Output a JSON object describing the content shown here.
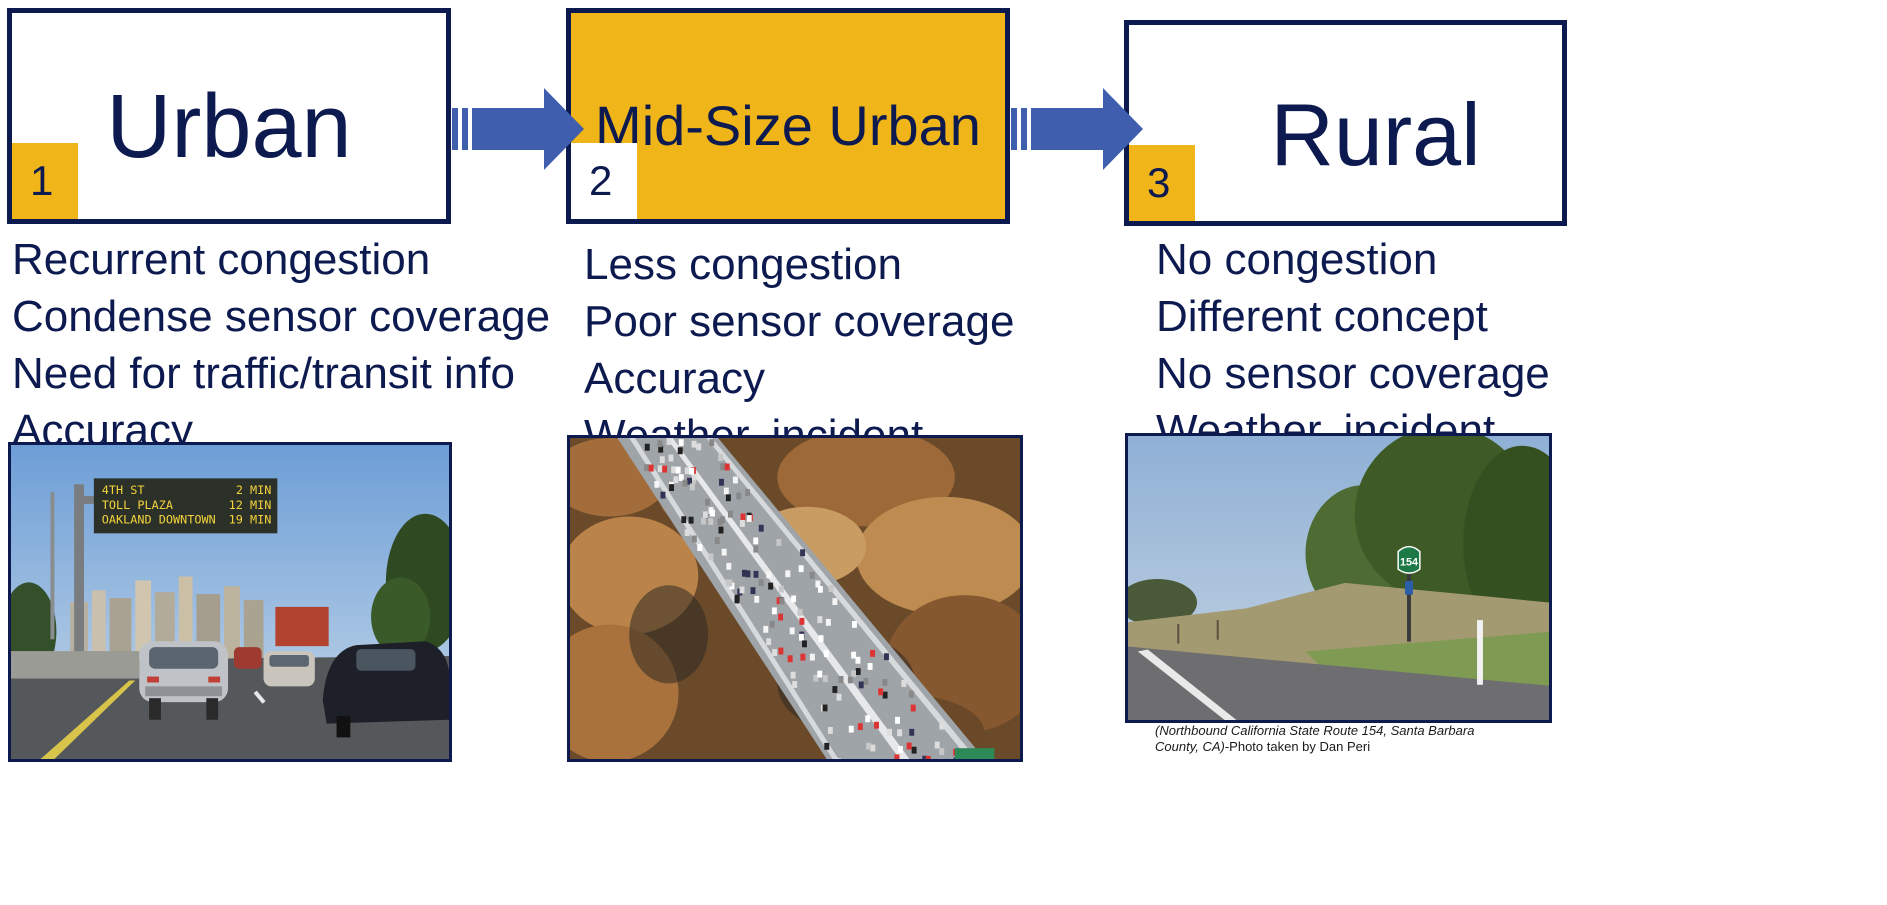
{
  "stages": [
    {
      "title": "Urban",
      "number": "1",
      "notes": [
        "Recurrent congestion",
        "Condense sensor coverage",
        "Need for traffic/transit info",
        "Accuracy"
      ]
    },
    {
      "title": "Mid-Size Urban",
      "number": "2",
      "notes": [
        "Less congestion",
        "Poor sensor coverage",
        "Accuracy",
        "Weather, incident,…"
      ]
    },
    {
      "title": "Rural",
      "number": "3",
      "notes": [
        "No congestion",
        "Different concept",
        "No sensor coverage",
        "Weather, incident,…"
      ]
    }
  ],
  "photos": {
    "urban_sign": [
      {
        "left": "4TH ST",
        "right": "2 MIN"
      },
      {
        "left": "TOLL PLAZA",
        "right": "12 MIN"
      },
      {
        "left": "OAKLAND DOWNTOWN",
        "right": "19 MIN"
      }
    ],
    "rural_route_shield": "154",
    "rural_caption_italic": "(Northbound California State Route 154, Santa Barbara",
    "rural_caption_italic_2": "County, CA)",
    "rural_caption_plain": "-Photo taken by Dan Peri"
  },
  "colors": {
    "navy": "#0d1a4f",
    "gold": "#f0b518",
    "arrow": "#3f5fae"
  }
}
